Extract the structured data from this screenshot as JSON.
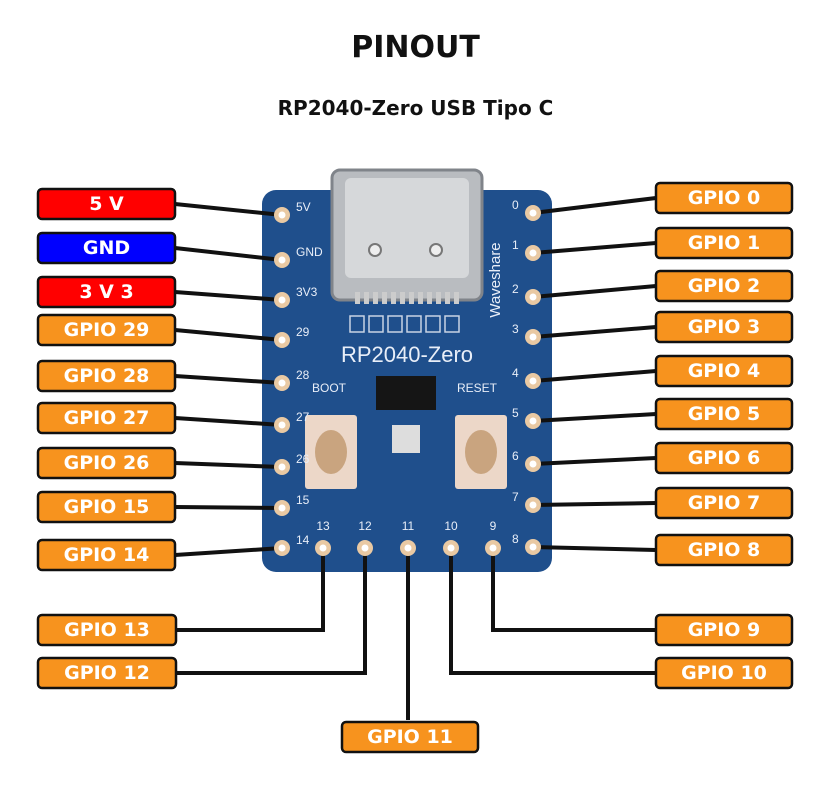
{
  "title": "PINOUT",
  "subtitle": "RP2040-Zero USB Tipo C",
  "colors": {
    "power": "#ff0000",
    "ground": "#0000ff",
    "gpio": "#f7931e",
    "board": "#1f4f8c",
    "pad": "#e9c9a3"
  },
  "board": {
    "name": "RP2040-Zero",
    "brand": "Waveshare",
    "boot": "BOOT",
    "reset": "RESET"
  },
  "left_pins": [
    {
      "label": "5 V",
      "silk": "5V",
      "type": "power"
    },
    {
      "label": "GND",
      "silk": "GND",
      "type": "ground"
    },
    {
      "label": "3 V 3",
      "silk": "3V3",
      "type": "power"
    },
    {
      "label": "GPIO 29",
      "silk": "29",
      "type": "gpio"
    },
    {
      "label": "GPIO  28",
      "silk": "28",
      "type": "gpio"
    },
    {
      "label": "GPIO 27",
      "silk": "27",
      "type": "gpio"
    },
    {
      "label": "GPIO 26",
      "silk": "26",
      "type": "gpio"
    },
    {
      "label": "GPIO 15",
      "silk": "15",
      "type": "gpio"
    },
    {
      "label": "GPIO 14",
      "silk": "14",
      "type": "gpio"
    }
  ],
  "right_pins": [
    {
      "label": "GPIO 0",
      "silk": "0"
    },
    {
      "label": "GPIO 1",
      "silk": "1"
    },
    {
      "label": "GPIO 2",
      "silk": "2"
    },
    {
      "label": "GPIO 3",
      "silk": "3"
    },
    {
      "label": "GPIO 4",
      "silk": "4"
    },
    {
      "label": "GPIO 5",
      "silk": "5"
    },
    {
      "label": "GPIO 6",
      "silk": "6"
    },
    {
      "label": "GPIO 7",
      "silk": "7"
    },
    {
      "label": "GPIO 8",
      "silk": "8"
    }
  ],
  "bottom_pins": [
    {
      "label": "GPIO 13",
      "silk": "13"
    },
    {
      "label": "GPIO 12",
      "silk": "12"
    },
    {
      "label": "GPIO 11",
      "silk": "11"
    },
    {
      "label": "GPIO 10",
      "silk": "10"
    },
    {
      "label": "GPIO 9",
      "silk": "9"
    }
  ]
}
